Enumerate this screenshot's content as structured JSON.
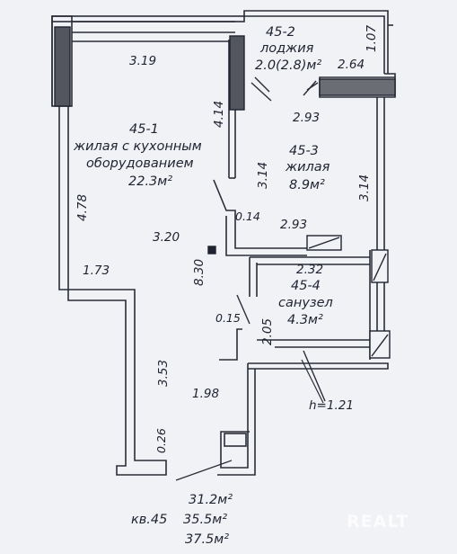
{
  "rooms": {
    "living": {
      "id": "45-1",
      "line1": "жилая с кухонным",
      "line2": "оборудованием",
      "area": "22.3м²"
    },
    "loggia": {
      "id": "45-2",
      "name": "лоджия",
      "area": "2.0(2.8)м²"
    },
    "bedroom": {
      "id": "45-3",
      "name": "жилая",
      "area": "8.9м²"
    },
    "bathroom": {
      "id": "45-4",
      "name": "санузел",
      "area": "4.3м²"
    }
  },
  "dimensions": {
    "d_3_19": "3.19",
    "d_1_07": "1.07",
    "d_2_64": "2.64",
    "d_4_14": "4.14",
    "d_2_93_top": "2.93",
    "d_3_14_left": "3.14",
    "d_3_14_right": "3.14",
    "d_4_78": "4.78",
    "d_0_14": "0.14",
    "d_2_93_mid": "2.93",
    "d_3_20": "3.20",
    "d_8_30": "8.30",
    "d_1_73": "1.73",
    "d_2_32": "2.32",
    "d_0_15": "0.15",
    "d_2_05": "2.05",
    "d_3_53": "3.53",
    "d_1_98": "1.98",
    "d_0_26": "0.26",
    "ceiling": "h=1.21"
  },
  "apartment": {
    "label": "кв.45",
    "area1": "31.2м²",
    "area2": "35.5м²",
    "area3": "37.5м²"
  },
  "watermark": "REALT"
}
